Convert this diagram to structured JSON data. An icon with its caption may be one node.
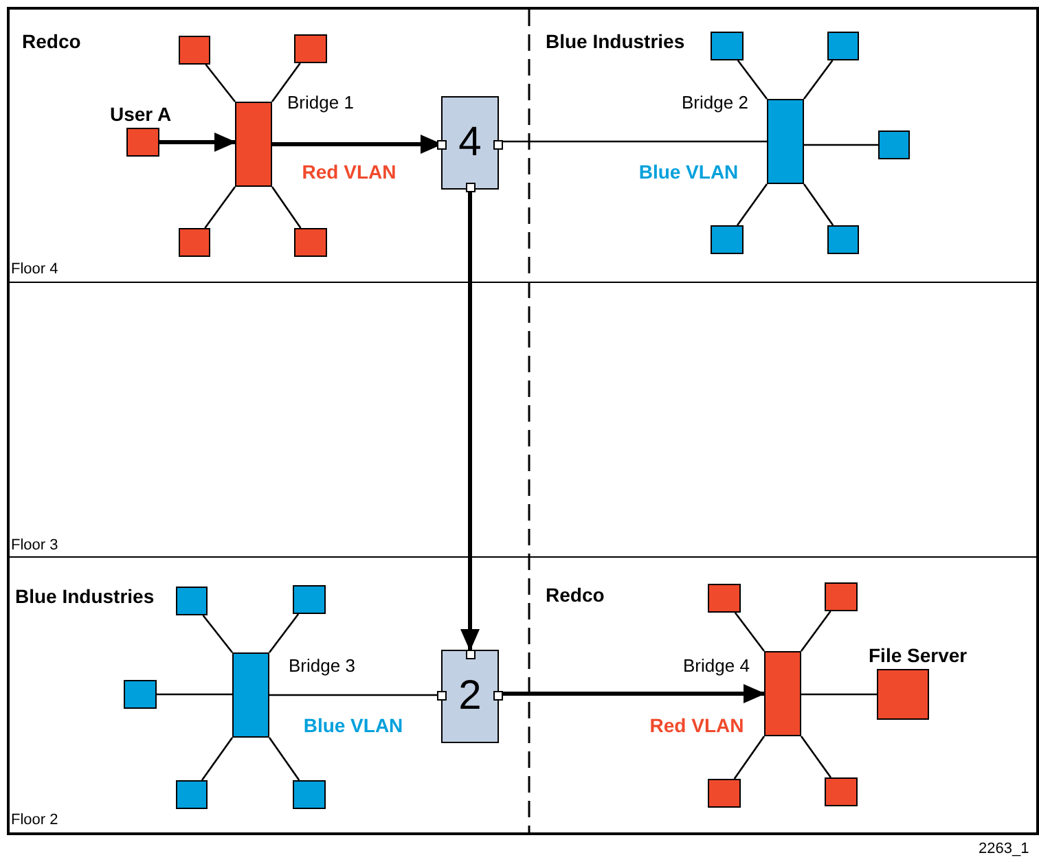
{
  "diagram": {
    "nodes": [
      {
        "text": [],
        "shape": "box",
        "beside": [
          "User A"
        ]
      },
      {
        "text": [],
        "shape": "box"
      },
      {
        "text": [],
        "shape": "box"
      },
      {
        "text": [],
        "shape": "bar",
        "beside": [
          "Bridge 1"
        ]
      },
      {
        "text": [],
        "shape": "box"
      },
      {
        "text": [],
        "shape": "box"
      },
      {
        "text": [
          "4"
        ]
      },
      {
        "text": [],
        "shape": "box"
      },
      {
        "text": [],
        "shape": "box"
      },
      {
        "text": [],
        "shape": "bar",
        "beside": [
          "Bridge 2"
        ]
      },
      {
        "text": [],
        "shape": "box"
      },
      {
        "text": [],
        "shape": "box"
      },
      {
        "text": [],
        "shape": "box"
      },
      {
        "text": [],
        "shape": "box"
      },
      {
        "text": [],
        "shape": "box"
      },
      {
        "text": [],
        "shape": "box"
      },
      {
        "text": [],
        "shape": "bar",
        "beside": [
          "Bridge 3"
        ]
      },
      {
        "text": [],
        "shape": "box"
      },
      {
        "text": [],
        "shape": "box"
      },
      {
        "text": [
          "2"
        ]
      },
      {
        "text": [],
        "shape": "box"
      },
      {
        "text": [],
        "shape": "box"
      },
      {
        "text": [],
        "shape": "bar",
        "beside": [
          "Bridge 4"
        ]
      },
      {
        "text": [],
        "shape": "box",
        "beside": [
          "File Server"
        ]
      },
      {
        "text": [],
        "shape": "box"
      },
      {
        "text": [],
        "shape": "box"
      }
    ],
    "edges": [
      {
        "from": 0,
        "to": 3,
        "arrow": "to",
        "style": "thick"
      },
      {
        "from": 1,
        "to": 3,
        "arrow": "none"
      },
      {
        "from": 2,
        "to": 3,
        "arrow": "none"
      },
      {
        "from": 4,
        "to": 3,
        "arrow": "none"
      },
      {
        "from": 5,
        "to": 3,
        "arrow": "none"
      },
      {
        "from": 3,
        "to": 6,
        "arrow": "to",
        "style": "thick",
        "label": "Red VLAN"
      },
      {
        "from": 6,
        "to": 9,
        "arrow": "none",
        "label": "Blue VLAN"
      },
      {
        "from": 7,
        "to": 9,
        "arrow": "none"
      },
      {
        "from": 8,
        "to": 9,
        "arrow": "none"
      },
      {
        "from": 9,
        "to": 10,
        "arrow": "none"
      },
      {
        "from": 11,
        "to": 9,
        "arrow": "none"
      },
      {
        "from": 12,
        "to": 9,
        "arrow": "none"
      },
      {
        "from": 6,
        "to": 19,
        "arrow": "to",
        "style": "thick"
      },
      {
        "from": 13,
        "to": 16,
        "arrow": "none"
      },
      {
        "from": 14,
        "to": 16,
        "arrow": "none"
      },
      {
        "from": 15,
        "to": 16,
        "arrow": "none"
      },
      {
        "from": 17,
        "to": 16,
        "arrow": "none"
      },
      {
        "from": 18,
        "to": 16,
        "arrow": "none"
      },
      {
        "from": 16,
        "to": 19,
        "arrow": "none",
        "label": "Blue VLAN"
      },
      {
        "from": 19,
        "to": 22,
        "arrow": "to",
        "style": "thick",
        "label": "Red VLAN"
      },
      {
        "from": 20,
        "to": 22,
        "arrow": "none"
      },
      {
        "from": 21,
        "to": 22,
        "arrow": "none"
      },
      {
        "from": 22,
        "to": 23,
        "arrow": "none"
      },
      {
        "from": 24,
        "to": 22,
        "arrow": "none"
      },
      {
        "from": 25,
        "to": 22,
        "arrow": "none"
      }
    ],
    "labels": [
      "Redco",
      "Blue Industries",
      "Floor 4",
      "Floor 3",
      "Blue Industries",
      "Redco",
      "Floor 2",
      "2263_1"
    ]
  }
}
